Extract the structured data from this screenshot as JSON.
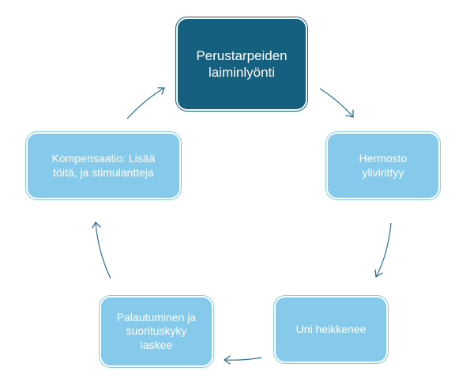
{
  "diagram": {
    "nodes": [
      {
        "id": "top",
        "lines": [
          "Perustarpeiden",
          "laiminlyönti"
        ],
        "style": "dark"
      },
      {
        "id": "right",
        "lines": [
          "Hermosto",
          "ylivirittyy"
        ],
        "style": "light"
      },
      {
        "id": "bottom_right",
        "lines": [
          "Uni heikkenee"
        ],
        "style": "light"
      },
      {
        "id": "bottom_left",
        "lines": [
          "Palautuminen ja",
          "suorituskyky",
          "laskee"
        ],
        "style": "light"
      },
      {
        "id": "left",
        "lines": [
          "Kompensaatio: Lisää",
          "töitä, ja stimulantteja"
        ],
        "style": "light"
      }
    ],
    "edges": [
      [
        "top",
        "right"
      ],
      [
        "right",
        "bottom_right"
      ],
      [
        "bottom_right",
        "bottom_left"
      ],
      [
        "bottom_left",
        "left"
      ],
      [
        "left",
        "top"
      ]
    ],
    "colors": {
      "dark_node": "#16607f",
      "light_node": "#85caea",
      "arrow": "#2e6e8e",
      "text": "#ffffff"
    }
  }
}
